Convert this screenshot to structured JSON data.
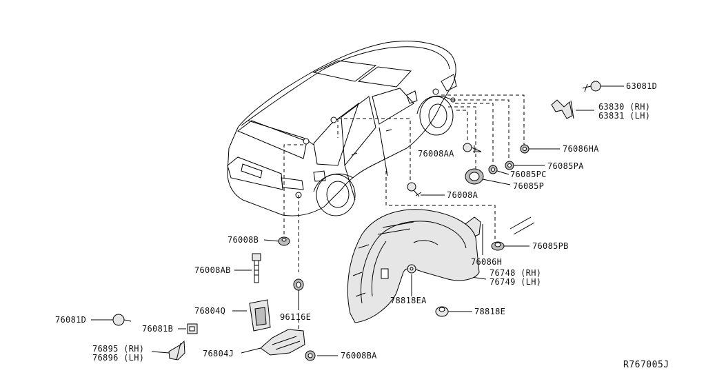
{
  "diagram": {
    "reference_code": "R767005J",
    "parts": [
      {
        "id": "p63081D",
        "lines": [
          "63081D"
        ]
      },
      {
        "id": "p63830",
        "lines": [
          "63830 (RH)",
          "63831 (LH)"
        ]
      },
      {
        "id": "p76086HA",
        "lines": [
          "76086HA"
        ]
      },
      {
        "id": "p76008AA",
        "lines": [
          "76008AA"
        ]
      },
      {
        "id": "p76085PA",
        "lines": [
          "76085PA"
        ]
      },
      {
        "id": "p76085PC",
        "lines": [
          "76085PC"
        ]
      },
      {
        "id": "p76085P",
        "lines": [
          "76085P"
        ]
      },
      {
        "id": "p76008A",
        "lines": [
          "76008A"
        ]
      },
      {
        "id": "p76008B",
        "lines": [
          "76008B"
        ]
      },
      {
        "id": "p76008AB",
        "lines": [
          "76008AB"
        ]
      },
      {
        "id": "p76085PB",
        "lines": [
          "76085PB"
        ]
      },
      {
        "id": "p76086H",
        "lines": [
          "76086H"
        ]
      },
      {
        "id": "p76748",
        "lines": [
          "76748 (RH)",
          "76749 (LH)"
        ]
      },
      {
        "id": "p78818EA",
        "lines": [
          "78818EA"
        ]
      },
      {
        "id": "p78818E",
        "lines": [
          "78818E"
        ]
      },
      {
        "id": "p76804Q",
        "lines": [
          "76804Q"
        ]
      },
      {
        "id": "p96116E",
        "lines": [
          "96116E"
        ]
      },
      {
        "id": "p76081D",
        "lines": [
          "76081D"
        ]
      },
      {
        "id": "p76081B",
        "lines": [
          "76081B"
        ]
      },
      {
        "id": "p76895",
        "lines": [
          "76895 (RH)",
          "76896 (LH)"
        ]
      },
      {
        "id": "p76804J",
        "lines": [
          "76804J"
        ]
      },
      {
        "id": "p76008BA",
        "lines": [
          "76008BA"
        ]
      }
    ]
  }
}
